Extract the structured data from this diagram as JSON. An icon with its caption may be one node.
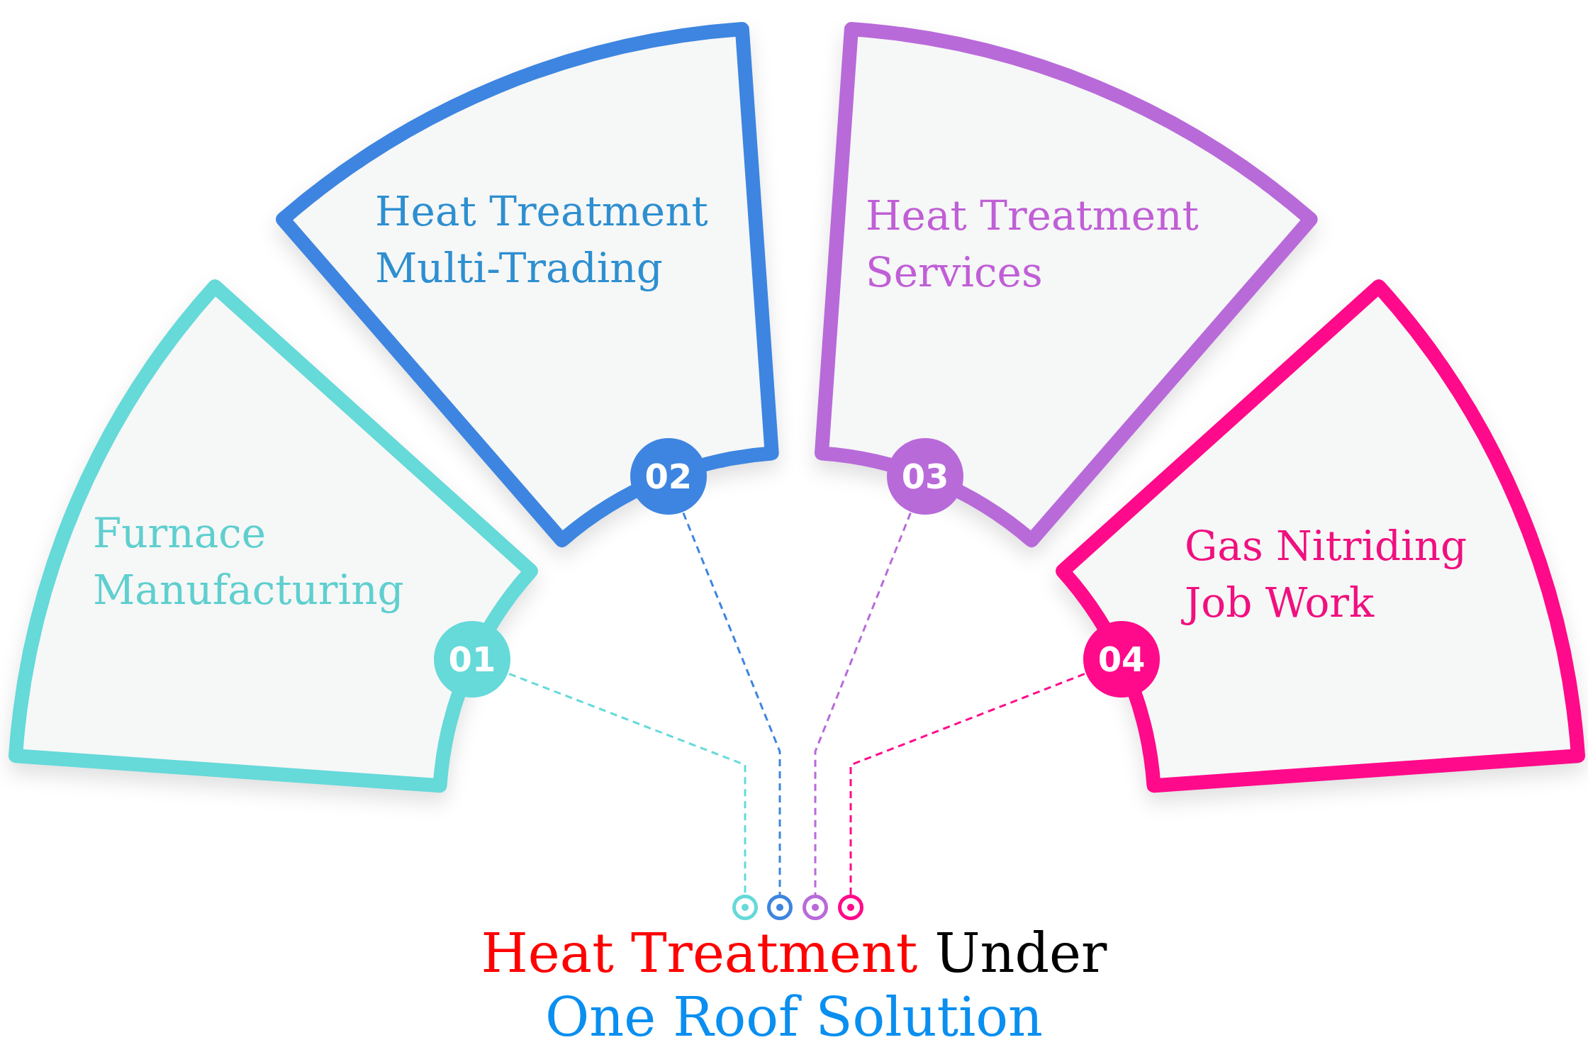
{
  "diagram": {
    "title": "Heat Treatment Under One Roof Solution",
    "nodes": [
      {
        "text": [
          "Furnace Manufacturing"
        ]
      },
      {
        "text": [
          "01"
        ],
        "in": 0
      },
      {
        "text": [
          "Heat Treatment Multi-Trading"
        ]
      },
      {
        "text": [
          "02"
        ],
        "in": 2
      },
      {
        "text": [
          "Heat Treatment Services"
        ]
      },
      {
        "text": [
          "03"
        ],
        "in": 4
      },
      {
        "text": [
          "Gas Nitriding Job Work"
        ]
      },
      {
        "text": [
          "04"
        ],
        "in": 6
      },
      {
        "text": [],
        "shape": "circle"
      },
      {
        "text": [],
        "shape": "circle"
      },
      {
        "text": [],
        "shape": "circle"
      },
      {
        "text": [],
        "shape": "circle"
      }
    ],
    "edges": [
      {
        "from": 1,
        "to": 8,
        "arrow": "none",
        "style": "dashed",
        "color": "#66d9d9"
      },
      {
        "from": 3,
        "to": 9,
        "arrow": "none",
        "style": "dashed",
        "color": "#3d85e0"
      },
      {
        "from": 5,
        "to": 10,
        "arrow": "none",
        "style": "dashed",
        "color": "#b86ad9"
      },
      {
        "from": 7,
        "to": 11,
        "arrow": "none",
        "style": "dashed",
        "color": "#ff0a8a"
      }
    ]
  }
}
